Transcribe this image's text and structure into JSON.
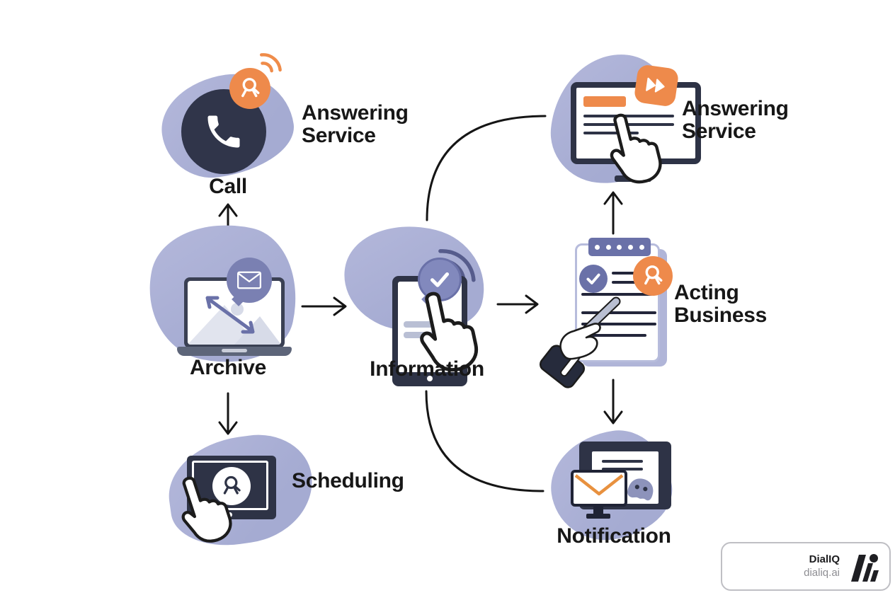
{
  "diagram_title": "",
  "nodes": {
    "call": {
      "label": "Call",
      "annotation": "Answering Service",
      "icon": "phone-icon"
    },
    "archive": {
      "label": "Archive",
      "icon": "laptop-icon",
      "badge_icon": "envelope-badge-icon"
    },
    "scheduling": {
      "label": "Scheduling",
      "icon": "tablet-search-user-icon"
    },
    "information": {
      "label": "Information",
      "icon": "tablet-check-icon"
    },
    "answering_service": {
      "annotation": "Answering Service",
      "icon": "monitor-fast-forward-icon"
    },
    "acting_business": {
      "annotation": "Acting Business",
      "icon": "clipboard-pen-icon"
    },
    "notification": {
      "label": "Notification",
      "icon": "monitor-envelope-icon"
    }
  },
  "connections": [
    "archive->call",
    "archive->information",
    "archive->scheduling",
    "information->acting_business",
    "information~answering_service",
    "information~notification",
    "acting_business->answering_service",
    "acting_business->notification"
  ],
  "icons": {
    "phone-icon": "telephone handset in dark circle",
    "search-user-badge-icon": "magnifier over person, orange circle",
    "signal-waves-icon": "radio arcs",
    "envelope-badge-icon": "envelope in purple circle",
    "check-badge-icon": "checkmark in purple circle",
    "fast-forward-badge-icon": "double play triangles, orange square",
    "pointing-hand-icon": "hand with index finger",
    "chatbot-icon": "small blob with eyes",
    "logo-mark-icon": "stylized AI slashes"
  },
  "colors": {
    "blob": "#aab0d6",
    "orange": "#ee8a4b",
    "navy": "#2e3346",
    "badge_purple": "#7a80b2",
    "badge_purple_light": "#8289bd",
    "clip_purple": "#6a71a8",
    "wifi_dark": "#565c8c",
    "text": "#171717",
    "line": "#151515"
  },
  "branding": {
    "name": "DialIQ",
    "domain": "dialiq.ai"
  }
}
